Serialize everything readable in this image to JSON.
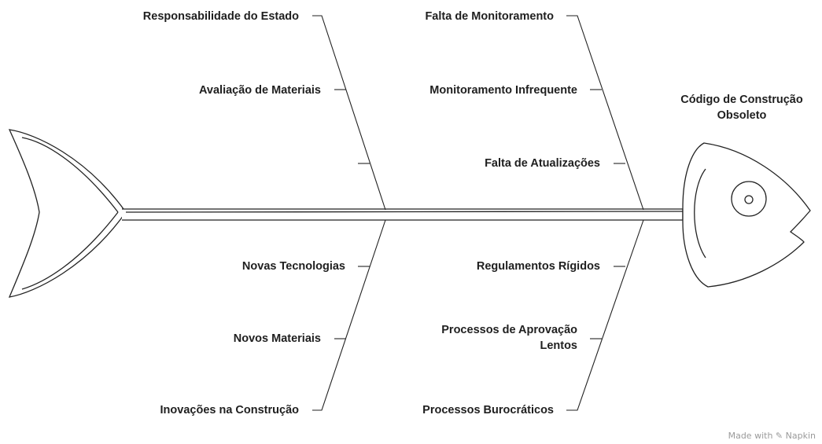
{
  "effect": {
    "label": "Código de Construção Obsoleto"
  },
  "bones": [
    {
      "id": "top-1",
      "causes": [
        "Responsabilidade do Estado",
        "Avaliação de Materiais",
        ""
      ]
    },
    {
      "id": "top-2",
      "causes": [
        "Falta de Monitoramento",
        "Monitoramento Infrequente",
        "Falta de Atualizações"
      ]
    },
    {
      "id": "bottom-1",
      "causes": [
        "Novas Tecnologias",
        "Novos Materiais",
        "Inovações na Construção"
      ]
    },
    {
      "id": "bottom-2",
      "causes": [
        "Regulamentos Rígidos",
        "Processos de Aprovação Lentos",
        "Processos Burocráticos"
      ]
    }
  ],
  "watermark": {
    "prefix": "Made with",
    "brand": "Napkin",
    "icon": "napkin-logo-icon"
  },
  "colors": {
    "line": "#222222",
    "text": "#1f1f1f",
    "watermark": "#9a9a9a",
    "background": "#ffffff"
  }
}
